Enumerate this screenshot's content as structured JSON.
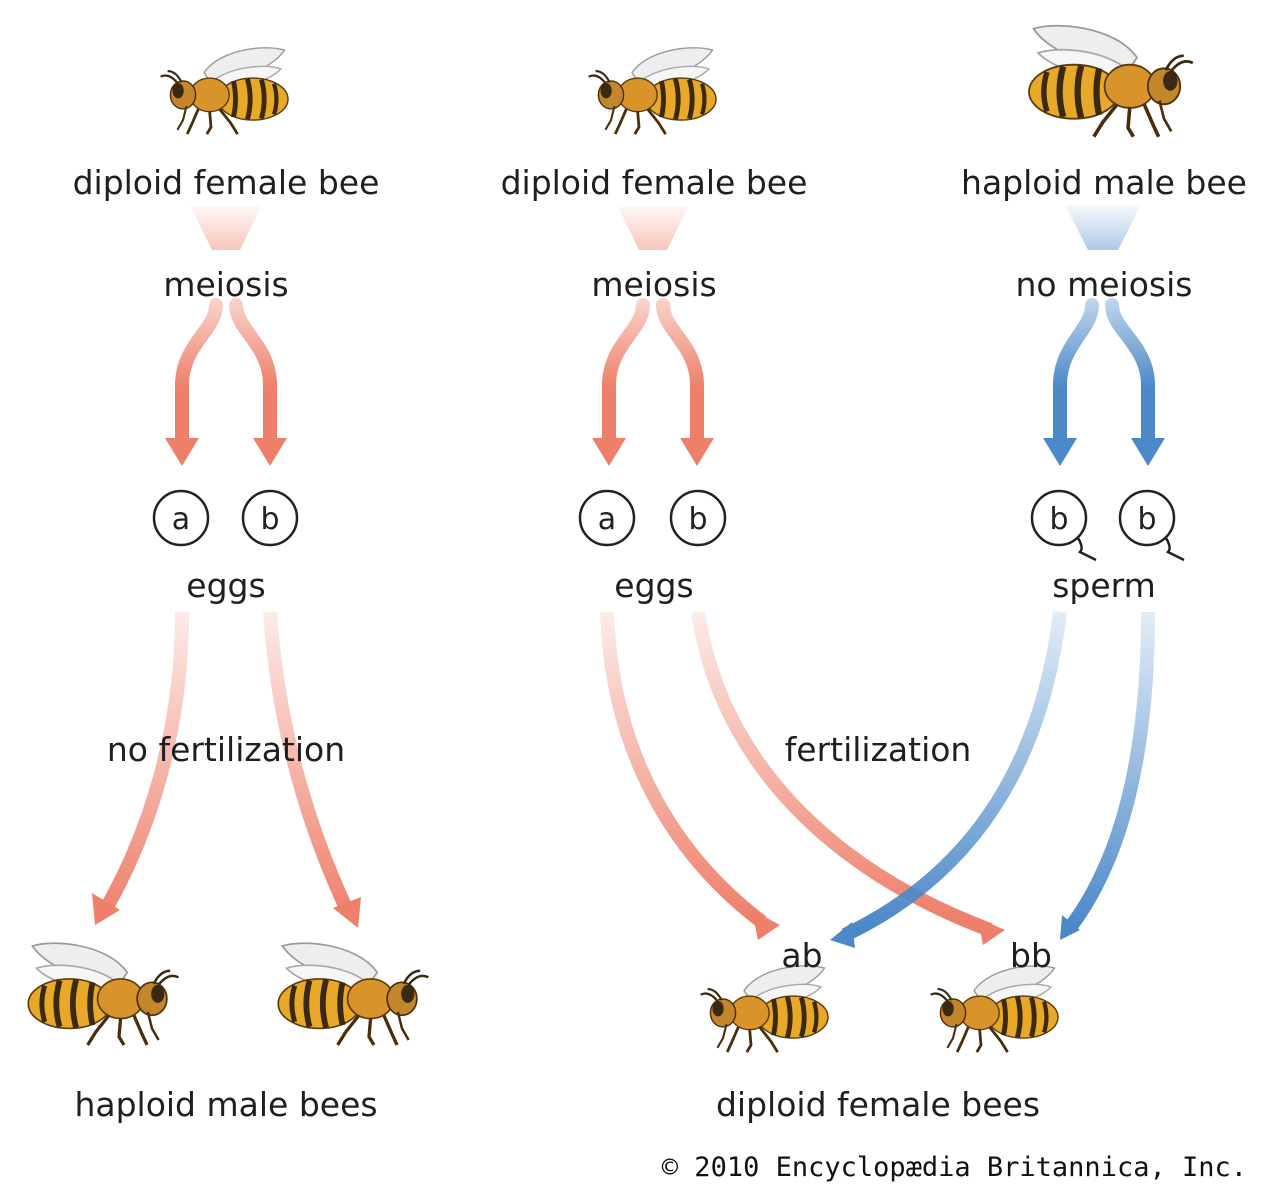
{
  "parents": {
    "left_female": "diploid female bee",
    "middle_female": "diploid female bee",
    "right_male": "haploid male bee"
  },
  "processes": {
    "left_meiosis": "meiosis",
    "middle_meiosis": "meiosis",
    "right_no_meiosis": "no meiosis",
    "no_fertilization": "no fertilization",
    "fertilization": "fertilization"
  },
  "gametes": {
    "left_label": "eggs",
    "middle_label": "eggs",
    "right_label": "sperm",
    "left_alleles": [
      "a",
      "b"
    ],
    "middle_alleles": [
      "a",
      "b"
    ],
    "right_alleles": [
      "b",
      "b"
    ]
  },
  "offspring": {
    "left_label": "haploid male bees",
    "right_label": "diploid female bees",
    "genotypes": [
      "ab",
      "bb"
    ]
  },
  "colors": {
    "female_arrow": "#ee7f6a",
    "male_arrow": "#4a88c8",
    "bee_body": "#e8a82a",
    "bee_stripe": "#3a2a12"
  },
  "copyright": "© 2010 Encyclopædia Britannica, Inc."
}
